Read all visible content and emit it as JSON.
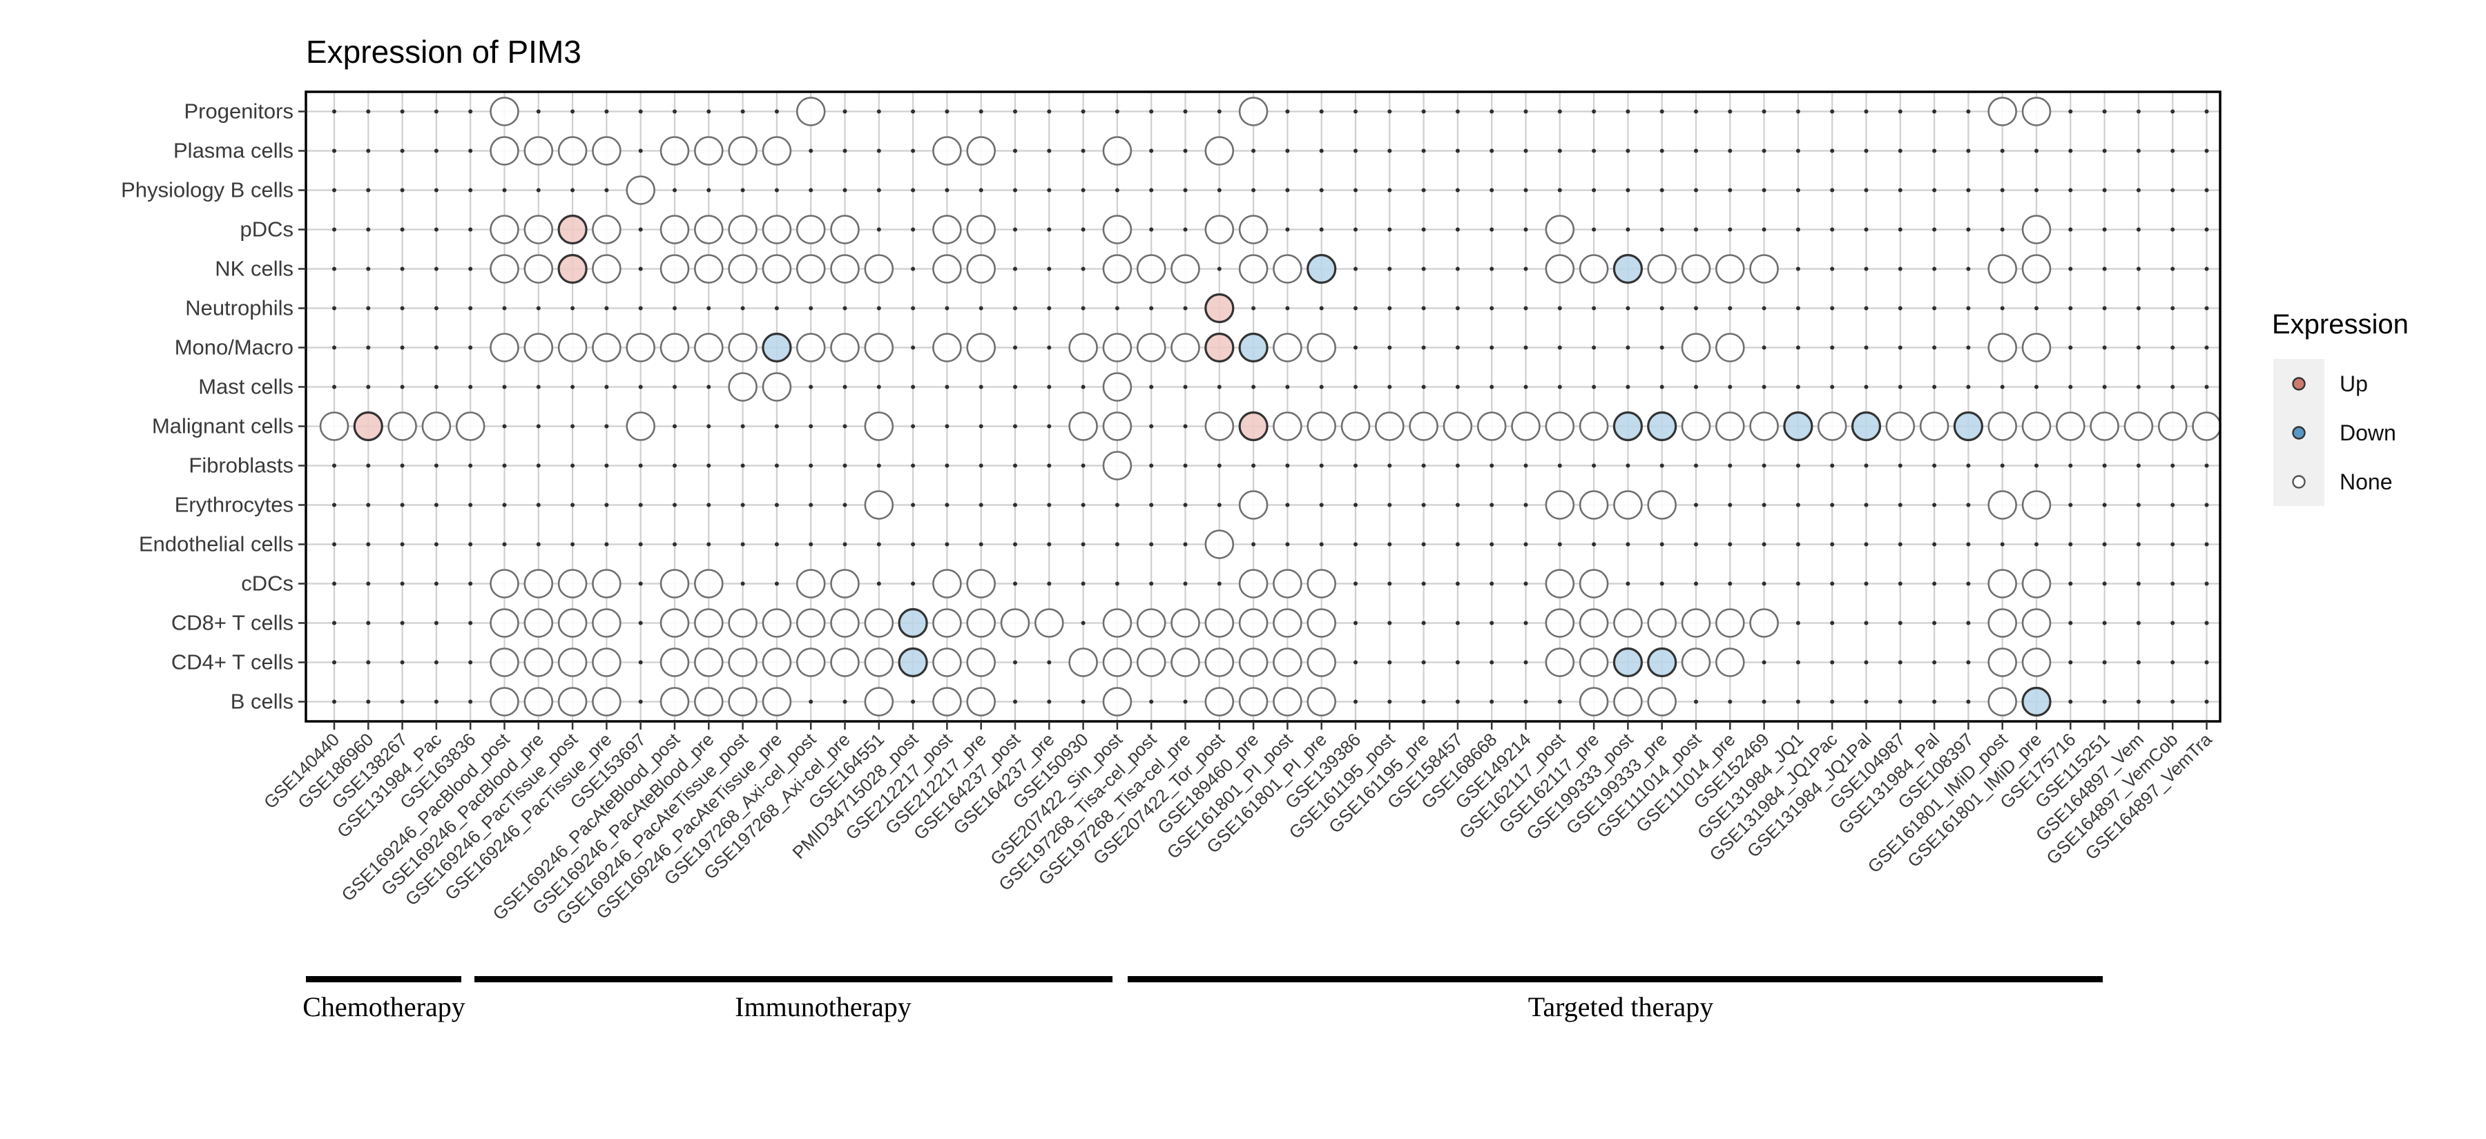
{
  "page": {
    "background": "#ffffff"
  },
  "chart_data": {
    "type": "scatter",
    "title": "Expression of PIM3",
    "xlabel": "",
    "ylabel": "",
    "grid": true,
    "legend": {
      "title": "Expression",
      "position": "right",
      "items": [
        {
          "label": "Up",
          "key_color": "#CD7B70"
        },
        {
          "label": "Down",
          "key_color": "#5897C6"
        },
        {
          "label": "None",
          "key_color": "#FFFFFF"
        }
      ]
    },
    "value_colors": {
      "up_fill": "#F0CAC5",
      "down_fill": "#B9D6EA",
      "none_fill": "#FFFFFF",
      "colored_stroke": "#333333",
      "none_stroke": "#6F6F6F"
    },
    "rows": [
      "Progenitors",
      "Plasma cells",
      "Physiology B cells",
      "pDCs",
      "NK cells",
      "Neutrophils",
      "Mono/Macro",
      "Mast cells",
      "Malignant cells",
      "Fibroblasts",
      "Erythrocytes",
      "Endothelial cells",
      "cDCs",
      "CD8+ T cells",
      "CD4+ T cells",
      "B cells"
    ],
    "columns": [
      "GSE140440",
      "GSE186960",
      "GSE138267",
      "GSE131984_Pac",
      "GSE163836",
      "GSE169246_PacBlood_post",
      "GSE169246_PacBlood_pre",
      "GSE169246_PacTissue_post",
      "GSE169246_PacTissue_pre",
      "GSE153697",
      "GSE169246_PacAteBlood_post",
      "GSE169246_PacAteBlood_pre",
      "GSE169246_PacAteTissue_post",
      "GSE169246_PacAteTissue_pre",
      "GSE197268_Axi-cel_post",
      "GSE197268_Axi-cel_pre",
      "GSE164551",
      "PMID34715028_post",
      "GSE212217_post",
      "GSE212217_pre",
      "GSE164237_post",
      "GSE164237_pre",
      "GSE150930",
      "GSE207422_Sin_post",
      "GSE197268_Tisa-cel_post",
      "GSE197268_Tisa-cel_pre",
      "GSE207422_Tor_post",
      "GSE189460_pre",
      "GSE161801_PI_post",
      "GSE161801_PI_pre",
      "GSE139386",
      "GSE161195_post",
      "GSE161195_pre",
      "GSE158457",
      "GSE168668",
      "GSE149214",
      "GSE162117_post",
      "GSE162117_pre",
      "GSE199333_post",
      "GSE199333_pre",
      "GSE111014_post",
      "GSE111014_pre",
      "GSE152469",
      "GSE131984_JQ1",
      "GSE131984_JQ1Pac",
      "GSE131984_JQ1Pal",
      "GSE104987",
      "GSE131984_Pal",
      "GSE108397",
      "GSE161801_IMiD_post",
      "GSE161801_IMiD_pre",
      "GSE175716",
      "GSE115251",
      "GSE164897_Vem",
      "GSE164897_VemCob",
      "GSE164897_VemTra"
    ],
    "groups": [
      {
        "label": "Chemotherapy",
        "from_col": 1,
        "to_col": 4
      },
      {
        "label": "Immunotherapy",
        "from_col": 6,
        "to_col": 23
      },
      {
        "label": "Targeted therapy",
        "from_col": 25,
        "to_col": 53
      }
    ],
    "matrix": [
      {
        "row": "Progenitors",
        "up": [],
        "down": [],
        "none": [
          6,
          15,
          28,
          50,
          51
        ]
      },
      {
        "row": "Plasma cells",
        "up": [],
        "down": [],
        "none": [
          6,
          7,
          8,
          9,
          11,
          12,
          13,
          14,
          19,
          20,
          24,
          27
        ]
      },
      {
        "row": "Physiology B cells",
        "up": [],
        "down": [],
        "none": [
          10
        ]
      },
      {
        "row": "pDCs",
        "up": [
          8
        ],
        "down": [],
        "none": [
          6,
          7,
          9,
          11,
          12,
          13,
          14,
          15,
          16,
          19,
          20,
          24,
          27,
          28,
          37,
          51
        ]
      },
      {
        "row": "NK cells",
        "up": [
          8
        ],
        "down": [
          30,
          39
        ],
        "none": [
          6,
          7,
          9,
          11,
          12,
          13,
          14,
          15,
          16,
          17,
          19,
          20,
          24,
          25,
          26,
          28,
          29,
          37,
          38,
          40,
          41,
          42,
          43,
          50,
          51
        ]
      },
      {
        "row": "Neutrophils",
        "up": [
          27
        ],
        "down": [],
        "none": []
      },
      {
        "row": "Mono/Macro",
        "up": [
          27
        ],
        "down": [
          14,
          28
        ],
        "none": [
          6,
          7,
          8,
          9,
          10,
          11,
          12,
          13,
          15,
          16,
          17,
          19,
          20,
          23,
          24,
          25,
          26,
          29,
          30,
          41,
          42,
          50,
          51
        ]
      },
      {
        "row": "Mast cells",
        "up": [],
        "down": [],
        "none": [
          13,
          14,
          24
        ]
      },
      {
        "row": "Malignant cells",
        "up": [
          2,
          28
        ],
        "down": [
          39,
          40,
          44,
          46,
          49
        ],
        "none": [
          1,
          3,
          4,
          5,
          10,
          17,
          23,
          24,
          27,
          29,
          30,
          31,
          32,
          33,
          34,
          35,
          36,
          37,
          38,
          41,
          42,
          43,
          45,
          47,
          48,
          50,
          51,
          52,
          53,
          54,
          55,
          56
        ]
      },
      {
        "row": "Fibroblasts",
        "up": [],
        "down": [],
        "none": [
          24
        ]
      },
      {
        "row": "Erythrocytes",
        "up": [],
        "down": [],
        "none": [
          17,
          28,
          37,
          38,
          39,
          40,
          50,
          51
        ]
      },
      {
        "row": "Endothelial cells",
        "up": [],
        "down": [],
        "none": [
          27
        ]
      },
      {
        "row": "cDCs",
        "up": [],
        "down": [],
        "none": [
          6,
          7,
          8,
          9,
          11,
          12,
          15,
          16,
          19,
          20,
          28,
          29,
          30,
          37,
          38,
          50,
          51
        ]
      },
      {
        "row": "CD8+ T cells",
        "up": [],
        "down": [
          18
        ],
        "none": [
          6,
          7,
          8,
          9,
          11,
          12,
          13,
          14,
          15,
          16,
          17,
          19,
          20,
          21,
          22,
          24,
          25,
          26,
          27,
          28,
          29,
          30,
          37,
          38,
          39,
          40,
          41,
          42,
          43,
          50,
          51
        ]
      },
      {
        "row": "CD4+ T cells",
        "up": [],
        "down": [
          18,
          39,
          40
        ],
        "none": [
          6,
          7,
          8,
          9,
          11,
          12,
          13,
          14,
          15,
          16,
          17,
          19,
          20,
          23,
          24,
          25,
          26,
          27,
          28,
          29,
          30,
          37,
          38,
          41,
          42,
          50,
          51
        ]
      },
      {
        "row": "B cells",
        "up": [],
        "down": [
          51
        ],
        "none": [
          6,
          7,
          8,
          9,
          11,
          12,
          13,
          14,
          17,
          19,
          20,
          24,
          27,
          28,
          29,
          30,
          38,
          39,
          40,
          50
        ]
      }
    ]
  }
}
